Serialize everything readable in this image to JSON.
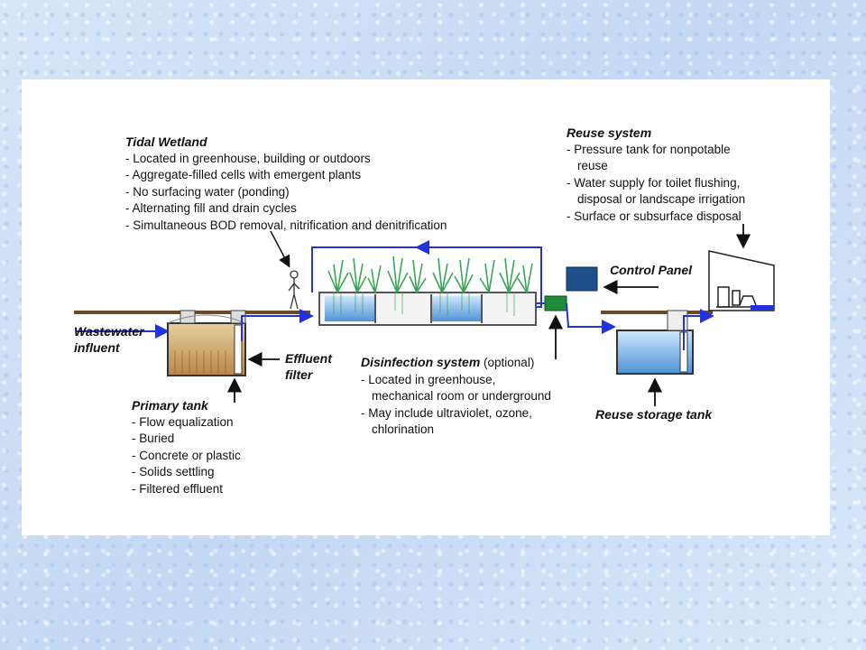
{
  "tidal_wetland": {
    "title": "Tidal Wetland",
    "items": [
      "- Located in greenhouse, building or outdoors",
      "- Aggregate-filled cells with emergent plants",
      "- No surfacing water (ponding)",
      "- Alternating fill and drain cycles",
      "- Simultaneous BOD removal, nitrification and denitrification"
    ]
  },
  "reuse_system": {
    "title": "Reuse system",
    "items": [
      "- Pressure tank for nonpotable",
      "reuse",
      "- Water supply for toilet flushing,",
      "disposal or landscape irrigation",
      "- Surface or subsurface disposal"
    ]
  },
  "control_panel": {
    "label": "Control Panel"
  },
  "wastewater_influent": {
    "line1": "Wastewater",
    "line2": "influent"
  },
  "effluent_filter": {
    "line1": "Effluent",
    "line2": "filter"
  },
  "disinfection_system": {
    "title": "Disinfection system",
    "qualifier": "(optional)",
    "items": [
      "- Located in greenhouse,",
      "mechanical room or underground",
      "- May include ultraviolet, ozone,",
      "chlorination"
    ]
  },
  "primary_tank": {
    "title": "Primary tank",
    "items": [
      "- Flow equalization",
      "- Buried",
      "- Concrete or plastic",
      "- Solids settling",
      "- Filtered effluent"
    ]
  },
  "reuse_storage_tank": {
    "label": "Reuse storage tank"
  },
  "colors": {
    "pipe": "#2233dd",
    "ground": "#6b4a2a",
    "primary_tank_fill": "#c9a36a",
    "water": "#5aa0e0",
    "control_panel": "#1e4f8a",
    "disinfection_unit": "#1f8a3a",
    "plants": "#3aa655"
  }
}
